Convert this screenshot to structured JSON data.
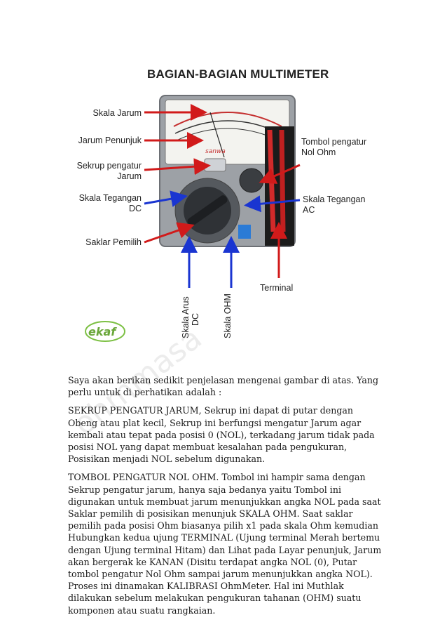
{
  "figure": {
    "title": "BAGIAN-BAGIAN MULTIMETER",
    "labels": {
      "skala_jarum": "Skala Jarum",
      "jarum_penunjuk": "Jarum Penunjuk",
      "sekrup_line1": "Sekrup pengatur",
      "sekrup_line2": "Jarum",
      "skala_dc_line1": "Skala Tegangan",
      "skala_dc_line2": "DC",
      "saklar_pemilih": "Saklar Pemilih",
      "tombol_line1": "Tombol pengatur",
      "tombol_line2": "Nol Ohm",
      "skala_ac_line1": "Skala Tegangan",
      "skala_ac_line2": "AC",
      "terminal": "Terminal",
      "arus_line1": "Skala Arus",
      "arus_line2": "DC",
      "skala_ohm": "Skala OHM"
    },
    "brand": "sanwa",
    "logo_text": "ekaf"
  },
  "watermark": "ohmmasa",
  "paragraphs": {
    "p1": "Saya akan berikan sedikit penjelasan mengenai gambar di atas. Yang perlu untuk di perhatikan adalah :",
    "p2": "SEKRUP PENGATUR JARUM, Sekrup ini dapat di putar dengan Obeng atau plat kecil, Sekrup ini berfungsi mengatur Jarum agar kembali atau tepat pada posisi 0 (NOL), terkadang jarum tidak pada posisi NOL yang dapat membuat kesalahan pada pengukuran, Posisikan menjadi NOL sebelum digunakan.",
    "p3": "TOMBOL PENGATUR NOL OHM. Tombol ini hampir sama dengan Sekrup pengatur jarum, hanya saja bedanya yaitu Tombol ini digunakan untuk membuat jarum menunjukkan angka NOL pada saat Saklar pemilih di posisikan menunjuk SKALA OHM. Saat saklar pemilih pada posisi Ohm biasanya pilih x1 pada skala Ohm kemudian Hubungkan kedua ujung TERMINAL (Ujung terminal Merah bertemu dengan Ujung terminal Hitam) dan Lihat pada Layar penunjuk, Jarum akan bergerak ke KANAN (Disitu terdapat angka NOL (0), Putar tombol pengatur Nol Ohm sampai jarum menunjukkan angka NOL). Proses ini dinamakan KALIBRASI OhmMeter. Hal ini Muthlak dilakukan sebelum melakukan pengukuran tahanan (OHM) suatu komponen atau suatu rangkaian."
  }
}
